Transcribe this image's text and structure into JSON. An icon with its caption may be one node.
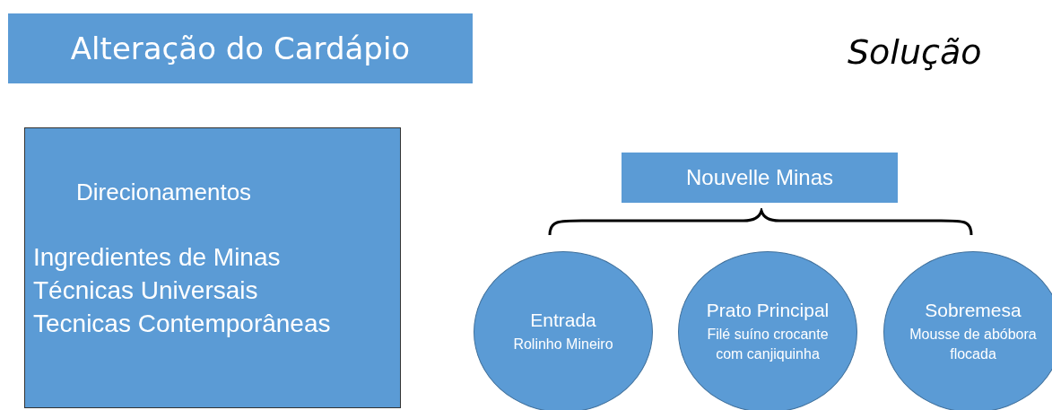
{
  "diagram": {
    "title": "Alteração do Cardápio",
    "nodes": [
      {
        "text": [
          "Direcionamentos",
          "Ingredientes de Minas",
          "Técnicas Universais",
          "Tecnicas Contemporâneas"
        ]
      },
      {
        "text": [
          "Nouvelle Minas"
        ]
      },
      {
        "text": [
          "Entrada",
          "Rolinho Mineiro"
        ]
      },
      {
        "text": [
          "Prato Principal",
          "Filé suíno crocante com canjiquinha"
        ]
      },
      {
        "text": [
          "Sobremesa",
          "Mousse de abóbora flocada"
        ]
      }
    ],
    "labels": [
      "Solução"
    ]
  }
}
